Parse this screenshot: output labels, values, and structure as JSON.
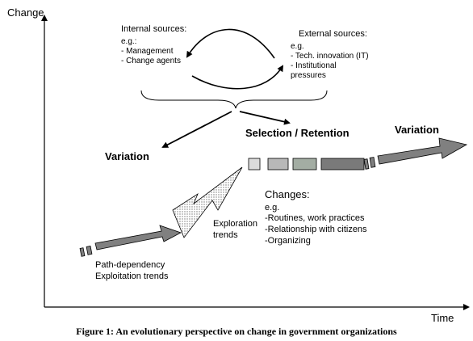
{
  "axes": {
    "y_label": "Change",
    "x_label": "Time"
  },
  "internal_sources": {
    "title": "Internal sources:",
    "eg": "e.g.:",
    "items": [
      "- Management",
      "- Change agents"
    ]
  },
  "external_sources": {
    "title": "External sources:",
    "eg": "e.g.",
    "items": [
      "- Tech. innovation (IT)",
      "- Institutional",
      "pressures"
    ]
  },
  "variation_left": "Variation",
  "selection_retention": "Selection / Retention",
  "variation_right": "Variation",
  "exploration": [
    "Exploration",
    "trends"
  ],
  "changes": {
    "title": "Changes:",
    "eg": "e.g.",
    "items": [
      "-Routines, work practices",
      "-Relationship with citizens",
      "-Organizing"
    ]
  },
  "path_dependency": [
    "Path-dependency",
    "Exploitation trends"
  ],
  "caption": "Figure 1: An evolutionary perspective on change in government organizations",
  "colors": {
    "arrow_fill": "#808080",
    "bar_light": "#dcdcdc",
    "bar_mid": "#b8b8b8",
    "bar_sage": "#a3ada3",
    "bar_dark": "#7a7a7a"
  }
}
